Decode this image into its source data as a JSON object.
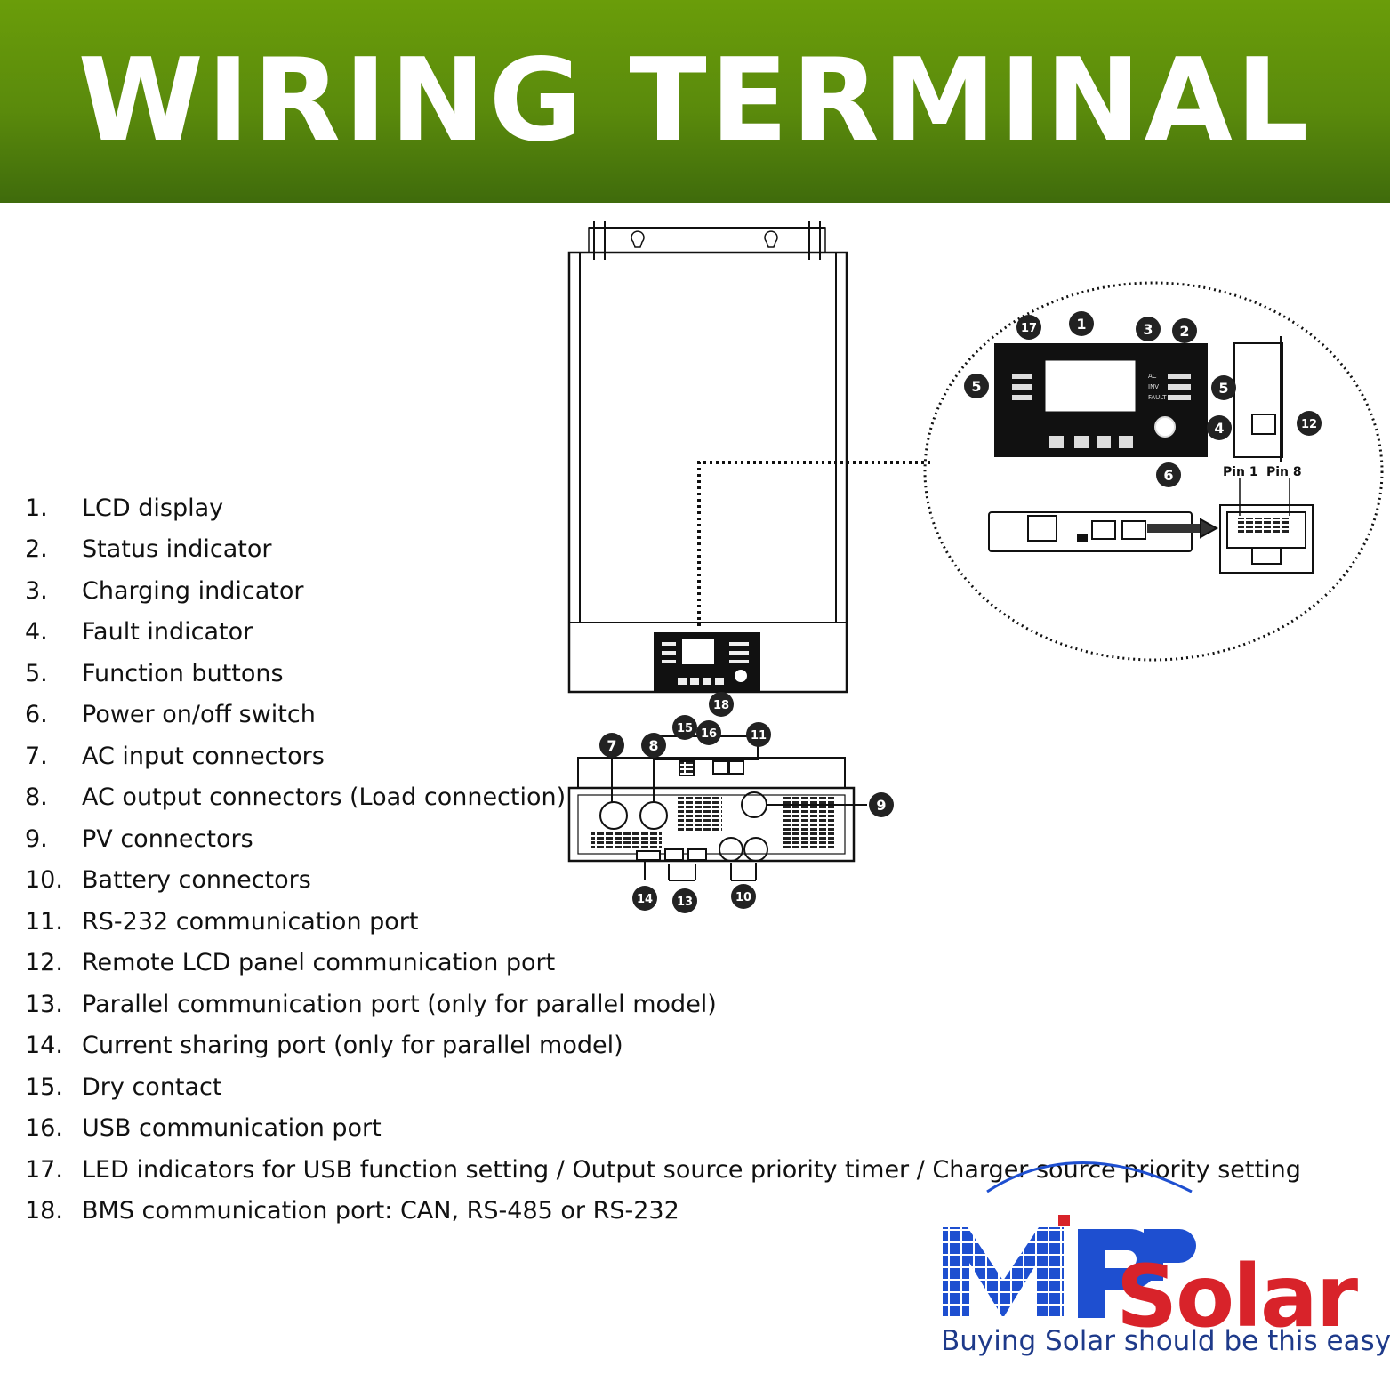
{
  "header": {
    "title": "WIRING TERMINAL"
  },
  "legend": [
    {
      "num": "1.",
      "label": "LCD display"
    },
    {
      "num": "2.",
      "label": "Status indicator"
    },
    {
      "num": "3.",
      "label": "Charging indicator"
    },
    {
      "num": "4.",
      "label": "Fault indicator"
    },
    {
      "num": "5.",
      "label": "Function buttons"
    },
    {
      "num": "6.",
      "label": "Power on/off switch"
    },
    {
      "num": "7.",
      "label": "AC input connectors"
    },
    {
      "num": "8.",
      "label": "AC output connectors (Load connection)"
    },
    {
      "num": "9.",
      "label": "PV connectors"
    },
    {
      "num": "10.",
      "label": "Battery connectors"
    },
    {
      "num": "11.",
      "label": "RS-232 communication port"
    },
    {
      "num": "12.",
      "label": "Remote LCD panel communication port"
    },
    {
      "num": "13.",
      "label": "Parallel communication port (only for parallel model)"
    },
    {
      "num": "14.",
      "label": "Current sharing port (only for parallel model)"
    },
    {
      "num": "15.",
      "label": "Dry contact"
    },
    {
      "num": "16.",
      "label": "USB communication port"
    },
    {
      "num": "17.",
      "label": "LED indicators for USB function setting / Output source priority timer / Charger source priority setting"
    },
    {
      "num": "18.",
      "label": "BMS communication port: CAN, RS-485 or RS-232"
    }
  ],
  "diagram": {
    "callouts": [
      "1",
      "2",
      "3",
      "4",
      "5",
      "5",
      "6",
      "17",
      "12",
      "7",
      "8",
      "9",
      "10",
      "11",
      "13",
      "14",
      "15",
      "16",
      "18"
    ],
    "pin_labels": {
      "pin1": "Pin 1",
      "pin8": "Pin 8"
    },
    "panel_leds_left": [
      "AC",
      "INV",
      "FAULT"
    ]
  },
  "logo": {
    "brand": "MPP Solar",
    "word": "Solar",
    "tagline": "Buying Solar should be this easy"
  },
  "colors": {
    "banner": "#5a8a0c",
    "banner_text": "#ffffff",
    "logo_blue": "#1e4fd0",
    "logo_red": "#d8232a"
  }
}
